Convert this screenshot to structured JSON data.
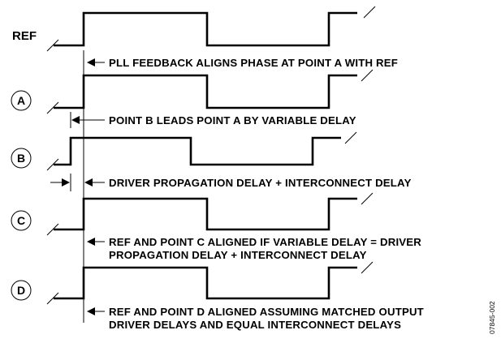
{
  "signals": [
    {
      "id": "ref",
      "label": "REF",
      "circled": false
    },
    {
      "id": "a",
      "label": "A",
      "circled": true
    },
    {
      "id": "b",
      "label": "B",
      "circled": true
    },
    {
      "id": "c",
      "label": "C",
      "circled": true
    },
    {
      "id": "d",
      "label": "D",
      "circled": true
    }
  ],
  "annotations": {
    "pll_feedback": [
      "PLL FEEDBACK ALIGNS PHASE AT POINT A WITH REF"
    ],
    "point_b_leads": [
      "POINT B LEADS POINT A BY VARIABLE DELAY"
    ],
    "driver_delay": [
      "DRIVER PROPAGATION DELAY + INTERCONNECT DELAY"
    ],
    "ref_c_aligned": [
      "REF AND POINT C ALIGNED IF VARIABLE DELAY = DRIVER",
      "PROPAGATION DELAY + INTERCONNECT DELAY"
    ],
    "ref_d_aligned": [
      "REF AND POINT D ALIGNED ASSUMING MATCHED OUTPUT",
      "DRIVER DELAYS AND EQUAL INTERCONNECT DELAYS"
    ]
  },
  "figure_number": "07845-002"
}
